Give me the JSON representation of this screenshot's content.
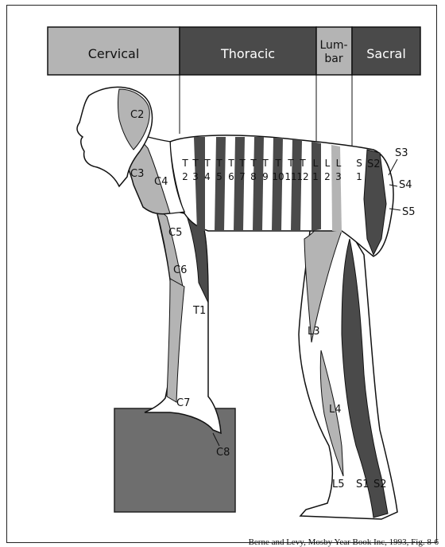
{
  "header": {
    "cervical": "Cervical",
    "thoracic": "Thoracic",
    "lumbar_line1": "Lum-",
    "lumbar_line2": "bar",
    "sacral": "Sacral"
  },
  "labels": {
    "c2": "C2",
    "c3": "C3",
    "c4": "C4",
    "c5": "C5",
    "c6": "C6",
    "c7": "C7",
    "c8": "C8",
    "t1": "T1",
    "l3": "L3",
    "l4": "L4",
    "l5": "L5",
    "s1_leg": "S1",
    "s2_leg": "S2",
    "s2": "S2",
    "s3": "S3",
    "s4": "S4",
    "s5": "S5",
    "s1": "S1"
  },
  "trunk_segments": [
    {
      "top": "T",
      "bottom": "2"
    },
    {
      "top": "T",
      "bottom": "3"
    },
    {
      "top": "T",
      "bottom": "4"
    },
    {
      "top": "T",
      "bottom": "5"
    },
    {
      "top": "T",
      "bottom": "6"
    },
    {
      "top": "T",
      "bottom": "7"
    },
    {
      "top": "T",
      "bottom": "8"
    },
    {
      "top": "T",
      "bottom": "9"
    },
    {
      "top": "T",
      "bottom": "10"
    },
    {
      "top": "T",
      "bottom": "11"
    },
    {
      "top": "T",
      "bottom": "12"
    },
    {
      "top": "L",
      "bottom": "1"
    },
    {
      "top": "L",
      "bottom": "2"
    },
    {
      "top": "L",
      "bottom": "3"
    },
    {
      "top": "S",
      "bottom": "1"
    }
  ],
  "colors": {
    "light": "#b4b4b4",
    "dark": "#4a4a4a",
    "box": "#6e6e6e"
  },
  "citation": "Berne and Levy, Mosby Year Book Inc, 1993, Fig. 8-6"
}
